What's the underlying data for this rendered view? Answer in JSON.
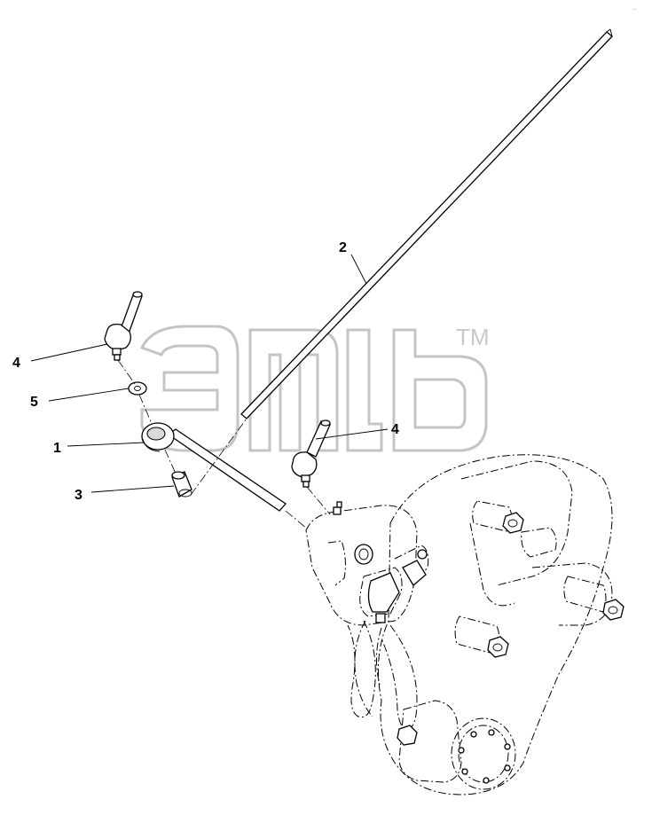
{
  "drawing": {
    "ref_code": "..."
  },
  "watermark": {
    "trademark": "TM"
  },
  "callouts": [
    {
      "id": "c1",
      "label": "1"
    },
    {
      "id": "c2",
      "label": "2"
    },
    {
      "id": "c3",
      "label": "3"
    },
    {
      "id": "c4a",
      "label": "4"
    },
    {
      "id": "c4b",
      "label": "4"
    },
    {
      "id": "c5",
      "label": "5"
    }
  ]
}
